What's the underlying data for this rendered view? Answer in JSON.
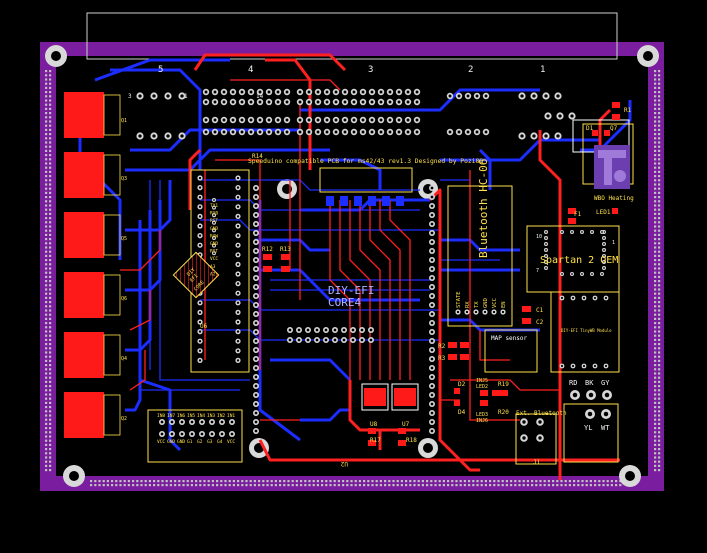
{
  "board": {
    "title_text": "Speeduino compatible PCB for ms42/43 rev1.3 Designed by Pozi88",
    "core_name_line1": "DIY-EFI",
    "core_name_line2": "CORE4",
    "bluetooth_label": "Bluetooth HC-06",
    "spartan_label": "Spartan 2 OEM",
    "map_sensor_label": "MAP sensor",
    "wb_heating_label": "WBO Heating",
    "tinywb_label": "DIY-EFI TinyWB Module",
    "ext_bluetooth_label": "Ext. Bluetooth",
    "inj5_top": "INJ5",
    "inj6_bottom": "INJ6",
    "u2_label": "U2",
    "connector_numbers": [
      "5",
      "4",
      "3",
      "2",
      "1"
    ],
    "header_pin3": "3",
    "header_pin1": "1",
    "header_pin14": "14"
  },
  "parts": {
    "r12": "R12",
    "r13": "R13",
    "r14": "R14",
    "r2": "R2",
    "r3": "R3",
    "r17": "R17",
    "r18": "R18",
    "r19": "R19",
    "r20": "R20",
    "r1": "R1",
    "u8": "U8",
    "u7": "U7",
    "c1": "C1",
    "c2": "C2",
    "d1": "D1",
    "d2": "D2",
    "d4": "D4",
    "f1": "F1",
    "led1": "LED1",
    "led2": "LED2",
    "led3": "LED3",
    "q7": "Q7",
    "q1": "Q1",
    "q3": "Q3",
    "q5": "Q5",
    "q6": "Q6",
    "q4": "Q4",
    "q2": "Q2",
    "j1": "J1"
  },
  "bt_pins": [
    "STATE",
    "RX",
    "TX",
    "GND",
    "VCC",
    "EN"
  ],
  "spartan_pins": [
    "10",
    "7",
    "1"
  ],
  "sensor_labels": [
    "RD",
    "BK",
    "GY",
    "YL",
    "WT"
  ],
  "bottom_header_top": [
    "IN8",
    "IN7",
    "IN6",
    "IN5",
    "IN4",
    "IN3",
    "IN2",
    "IN1"
  ],
  "bottom_header_bot": [
    "VCC",
    "GND",
    "GND",
    "G1",
    "G2",
    "G3",
    "G4",
    "VCC"
  ],
  "arduino_pins": [
    "TX1",
    "RX0",
    "RST",
    "GND",
    "RAW",
    "GND",
    "RST",
    "VCC",
    "A3",
    "A2"
  ],
  "nano_text": [
    "DIY",
    "EFI",
    "CORE"
  ],
  "u6_label": "U6",
  "colors": {
    "background": "#000000",
    "board_mask": "#7a1d9e",
    "bottom_copper": "#1c2dff",
    "top_copper": "#ff2020",
    "pad": "#d0d0d0",
    "silkscreen": "#ffe14d"
  }
}
